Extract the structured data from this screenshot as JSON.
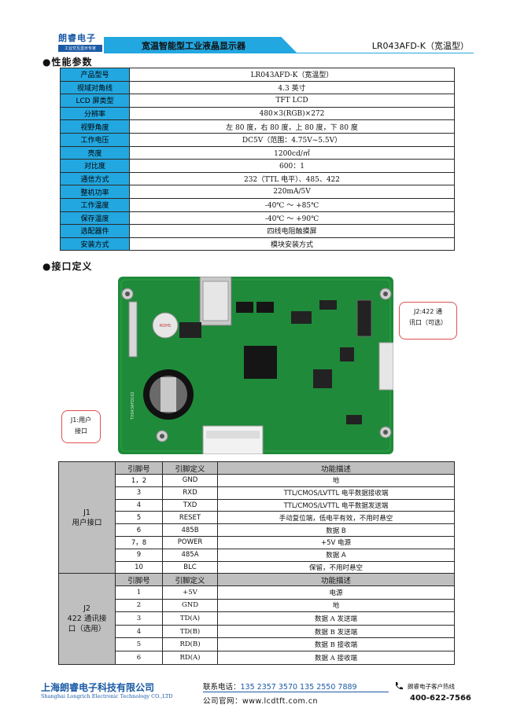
{
  "header": {
    "logo_text": "朗睿电子",
    "logo_sub": "工业交互显示专家",
    "title": "宽温智能型工业液晶显示器",
    "model": "LR043AFD-K（宽温型）"
  },
  "sections": {
    "performance": "●性能参数",
    "interface": "●接口定义"
  },
  "specs": [
    {
      "label": "产品型号",
      "value": "LR043AFD-K（宽温型）"
    },
    {
      "label": "视域对角线",
      "value": "4.3 英寸"
    },
    {
      "label": "LCD 屏类型",
      "value": "TFT LCD"
    },
    {
      "label": "分辨率",
      "value": "480×3(RGB)×272"
    },
    {
      "label": "视野角度",
      "value": "左 80 度，右 80 度，上 80 度，下 80 度"
    },
    {
      "label": "工作电压",
      "value": "DC5V（范围：4.75V~5.5V）"
    },
    {
      "label": "亮度",
      "value": "1200cd/㎡"
    },
    {
      "label": "对比度",
      "value": "600：1"
    },
    {
      "label": "通信方式",
      "value": "232（TTL 电平）、485、422"
    },
    {
      "label": "整机功率",
      "value": "220mA/5V"
    },
    {
      "label": "工作温度",
      "value": "-40℃ ～ +85℃"
    },
    {
      "label": "保存温度",
      "value": "-40℃ ～ +90℃"
    },
    {
      "label": "选配器件",
      "value": "四线电阻触摸屏"
    },
    {
      "label": "安装方式",
      "value": "模块安装方式"
    }
  ],
  "callouts": {
    "j2_line1": "J2:422 通",
    "j2_line2": "讯口（可选）",
    "j1_line1": "J1:用户",
    "j1_line2": "接口"
  },
  "board_labels": {
    "buzzer": "ROHS",
    "silk": "TX043AFD102"
  },
  "pin_headers": {
    "pin": "引脚号",
    "def": "引脚定义",
    "desc": "功能描述"
  },
  "j1": {
    "name_line1": "J1",
    "name_line2": "用户接口",
    "rows": [
      {
        "pin": "1，2",
        "def": "GND",
        "desc": "地"
      },
      {
        "pin": "3",
        "def": "RXD",
        "desc": "TTL/CMOS/LVTTL 电平数据接收端"
      },
      {
        "pin": "4",
        "def": "TXD",
        "desc": "TTL/CMOS/LVTTL 电平数据发送端"
      },
      {
        "pin": "5",
        "def": "RESET",
        "desc": "手动复位端，低电平有效，不用时悬空"
      },
      {
        "pin": "6",
        "def": "485B",
        "desc": "数据 B"
      },
      {
        "pin": "7，8",
        "def": "POWER",
        "desc": "+5V 电源"
      },
      {
        "pin": "9",
        "def": "485A",
        "desc": "数据 A"
      },
      {
        "pin": "10",
        "def": "BLC",
        "desc": "保留，不用时悬空"
      }
    ]
  },
  "j2": {
    "name_line1": "J2",
    "name_line2": "422 通讯接",
    "name_line3": "口（选用）",
    "rows": [
      {
        "pin": "1",
        "def": "+5V",
        "desc": "电源"
      },
      {
        "pin": "2",
        "def": "GND",
        "desc": "地"
      },
      {
        "pin": "3",
        "def": "TD(A)",
        "desc": "数据 A 发送端"
      },
      {
        "pin": "4",
        "def": "TD(B)",
        "desc": "数据 B 发送端"
      },
      {
        "pin": "5",
        "def": "RD(B)",
        "desc": "数据 B 接收端"
      },
      {
        "pin": "6",
        "def": "RD(A)",
        "desc": "数据 A 接收端"
      }
    ]
  },
  "footer": {
    "company": "上海朗睿电子科技有限公司",
    "company_en": "Shanghai Longrich Electronic Technology CO.,LTD",
    "phone_label": "联系电话：",
    "phone_numbers": "135 2357 3570  135 2550 7889",
    "web_label": "公司官网：",
    "web_url": "www.lcdtft.com.cn",
    "hotline_label": "朗睿电子客户热线",
    "hotline_number": "400-622-7566"
  },
  "colors": {
    "accent": "#22a7e0",
    "brand": "#1a5aa6",
    "pcb": "#1f8a3a",
    "header_gray": "#bfbfbf"
  }
}
